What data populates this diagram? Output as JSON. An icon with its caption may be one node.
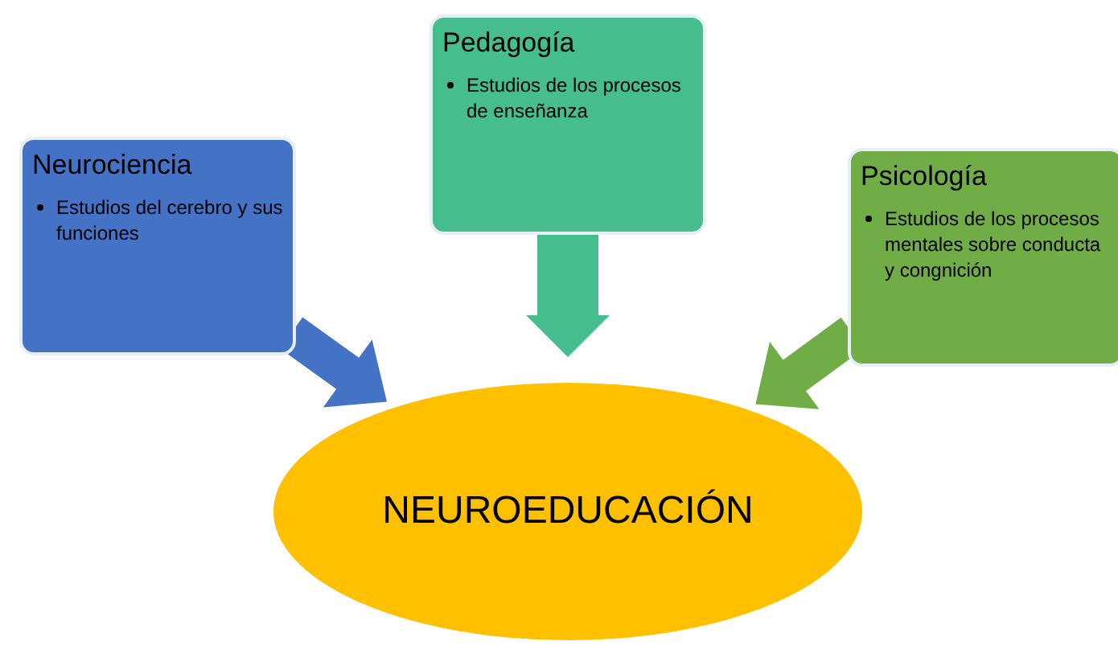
{
  "diagram": {
    "nodes": [
      {
        "text": [
          "Neurociencia",
          "Estudios del cerebro y sus funciones"
        ]
      },
      {
        "text": [
          "Pedagogía",
          "Estudios de los procesos de enseñanza"
        ]
      },
      {
        "text": [
          "Psicología",
          "Estudios de los procesos mentales sobre conducta y congnición"
        ]
      },
      {
        "text": [
          "NEUROEDUCACIÓN"
        ]
      }
    ],
    "edges": [
      {
        "from": 0,
        "to": 3,
        "arrow": "to",
        "style": "thick",
        "color": "#4472c4"
      },
      {
        "from": 1,
        "to": 3,
        "arrow": "to",
        "style": "thick",
        "color": "#46bd8c"
      },
      {
        "from": 2,
        "to": 3,
        "arrow": "to",
        "style": "thick",
        "color": "#70ad47"
      }
    ]
  }
}
